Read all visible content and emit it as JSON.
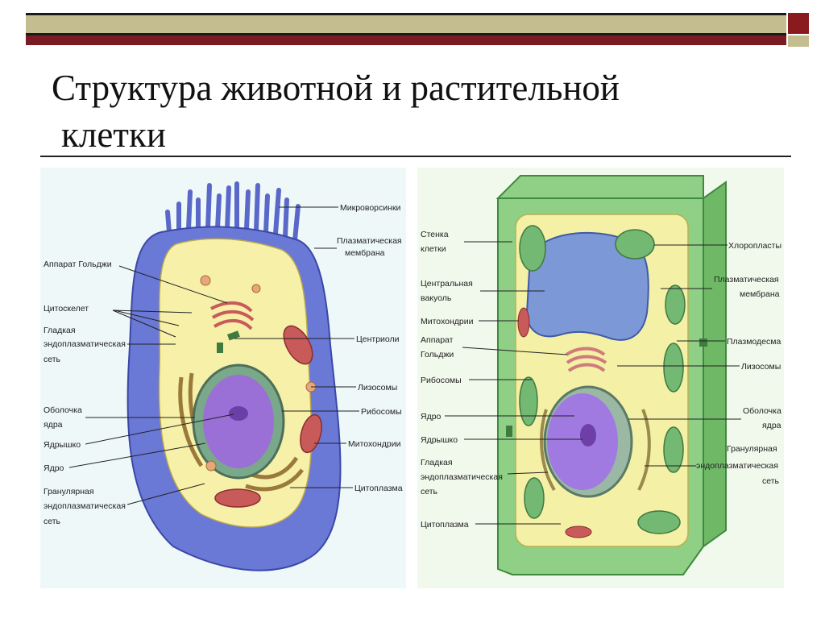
{
  "slide": {
    "title_line1": "Структура животной и растительной",
    "title_line2": "клетки"
  },
  "animal_cell": {
    "labels_left": {
      "golgi": "Аппарат Гольджи",
      "cytoskeleton": "Цитоскелет",
      "smooth_er_1": "Гладкая",
      "smooth_er_2": "эндоплазматическая",
      "smooth_er_3": "сеть",
      "nuclear_envelope_1": "Оболочка",
      "nuclear_envelope_2": "ядра",
      "nucleolus": "Ядрышко",
      "nucleus": "Ядро",
      "rough_er_1": "Гранулярная",
      "rough_er_2": "эндоплазматическая",
      "rough_er_3": "сеть"
    },
    "labels_right": {
      "microvilli": "Микроворсинки",
      "plasma_membrane_1": "Плазматическая",
      "plasma_membrane_2": "мембрана",
      "centrioles": "Центриоли",
      "lysosomes": "Лизосомы",
      "ribosomes": "Рибосомы",
      "mitochondria": "Митохондрии",
      "cytoplasm": "Цитоплазма"
    }
  },
  "plant_cell": {
    "labels_left": {
      "cell_wall_1": "Стенка",
      "cell_wall_2": "клетки",
      "vacuole_1": "Центральная",
      "vacuole_2": "вакуоль",
      "mitochondria": "Митохондрии",
      "golgi_1": "Аппарат",
      "golgi_2": "Гольджи",
      "ribosomes": "Рибосомы",
      "nucleus": "Ядро",
      "nucleolus": "Ядрышко",
      "smooth_er_1": "Гладкая",
      "smooth_er_2": "эндоплазматическая",
      "smooth_er_3": "сеть",
      "cytoplasm": "Цитоплазма"
    },
    "labels_right": {
      "chloroplasts": "Хлоропласты",
      "plasma_membrane_1": "Плазматическая",
      "plasma_membrane_2": "мембрана",
      "plasmodesma": "Плазмодесма",
      "lysosomes": "Лизосомы",
      "nuclear_envelope_1": "Оболочка",
      "nuclear_envelope_2": "ядра",
      "rough_er_1": "Гранулярная",
      "rough_er_2": "эндоплазматическая",
      "rough_er_3": "сеть"
    }
  },
  "colors": {
    "bar_tan": "#c3bd8f",
    "bar_red": "#7a1a22",
    "animal_membrane": "#6a78d6",
    "cytoplasm": "#f7f0a8",
    "nucleus": "#9a6fd6",
    "plant_wall": "#8fcf86",
    "vacuole": "#7c98d6",
    "chloroplast": "#73b873",
    "mitochondria": "#c85a5a"
  }
}
